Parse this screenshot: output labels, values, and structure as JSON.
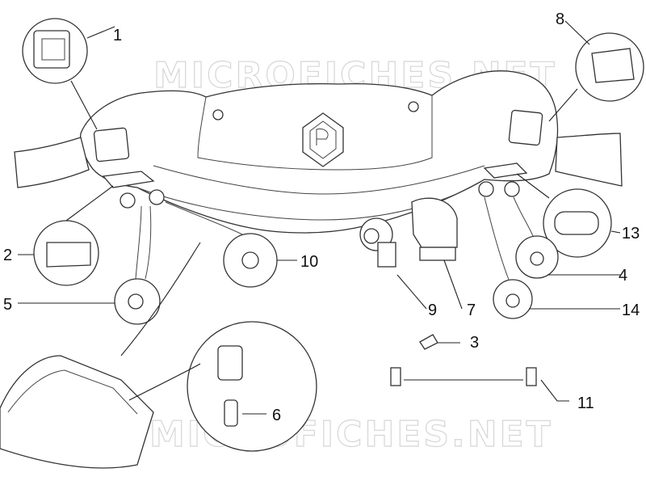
{
  "watermark": "MICROFICHES.NET",
  "callouts": [
    {
      "id": "c1",
      "label": "1"
    },
    {
      "id": "c2",
      "label": "2"
    },
    {
      "id": "c3",
      "label": "3"
    },
    {
      "id": "c4",
      "label": "4"
    },
    {
      "id": "c5",
      "label": "5"
    },
    {
      "id": "c6",
      "label": "6"
    },
    {
      "id": "c7",
      "label": "7"
    },
    {
      "id": "c8",
      "label": "8"
    },
    {
      "id": "c9",
      "label": "9"
    },
    {
      "id": "c10",
      "label": "10"
    },
    {
      "id": "c11",
      "label": "11"
    },
    {
      "id": "c13",
      "label": "13"
    },
    {
      "id": "c14",
      "label": "14"
    }
  ],
  "icons": [
    "handlebar-cover-drawing",
    "brand-logo-icon",
    "switch-icon",
    "bulb-icon",
    "socket-icon",
    "dashboard-icon"
  ],
  "colors": {
    "line": "#333333",
    "watermark": "#d6d6d6",
    "background": "#ffffff"
  }
}
